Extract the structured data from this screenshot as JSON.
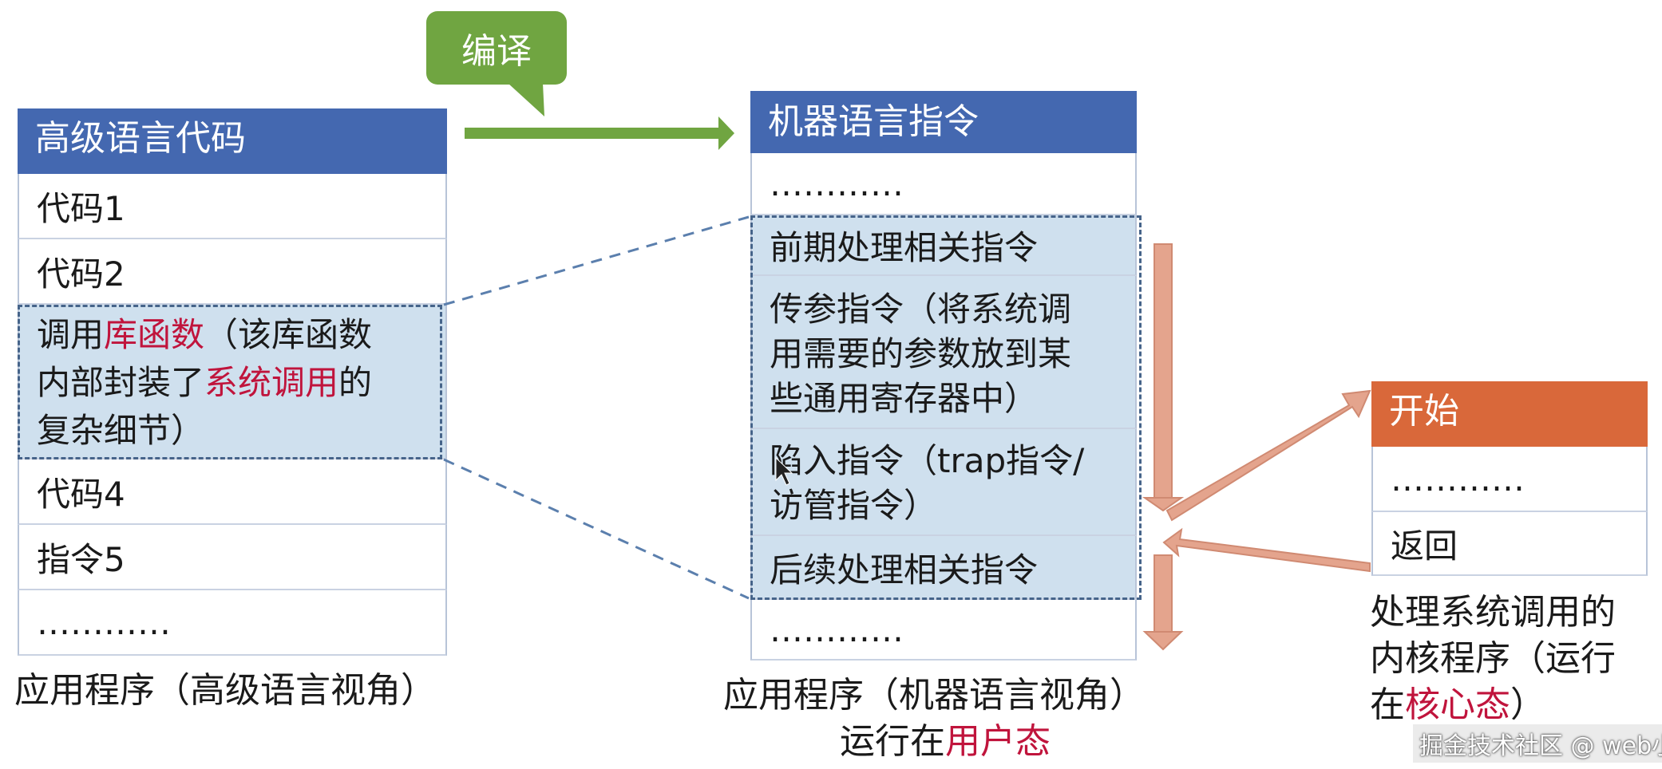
{
  "callout": {
    "text": "编译"
  },
  "left": {
    "header": "高级语言代码",
    "rows": {
      "r1": "代码1",
      "r2": "代码2",
      "r3a": "调用",
      "r3b": "库函数",
      "r3c": "（该库函数",
      "r3d": "内部封装了",
      "r3e": "系统调用",
      "r3f": "的",
      "r3g": "复杂细节）",
      "r4": "代码4",
      "r5": "指令5",
      "r6": "…………"
    },
    "caption": "应用程序（高级语言视角）"
  },
  "middle": {
    "header": "机器语言指令",
    "rows": {
      "r1": "…………",
      "r2": "前期处理相关指令",
      "r3a": "传参指令（将系统调",
      "r3b": "用需要的参数放到某",
      "r3c": "些通用寄存器中）",
      "r4a": "陷入指令（trap指令/",
      "r4b": "访管指令）",
      "r5": "后续处理相关指令",
      "r6": "…………"
    },
    "caption1": "应用程序（机器语言视角）",
    "caption2a": "运行在",
    "caption2b": "用户态"
  },
  "right": {
    "header": "开始",
    "rows": {
      "r1": "…………",
      "r2": "返回"
    },
    "caption1": "处理系统调用的",
    "caption2": "内核程序（运行",
    "caption3a": "在",
    "caption3b": "核心态",
    "caption3c": "）"
  },
  "watermark": "掘金技术社区 @ web小张",
  "colors": {
    "blue_header": "#4468b0",
    "orange_header": "#d9683a",
    "green_callout": "#70a541",
    "highlight": "#cfe0ee",
    "red_text": "#c0143c",
    "arrow_fill": "#e4a48d"
  }
}
